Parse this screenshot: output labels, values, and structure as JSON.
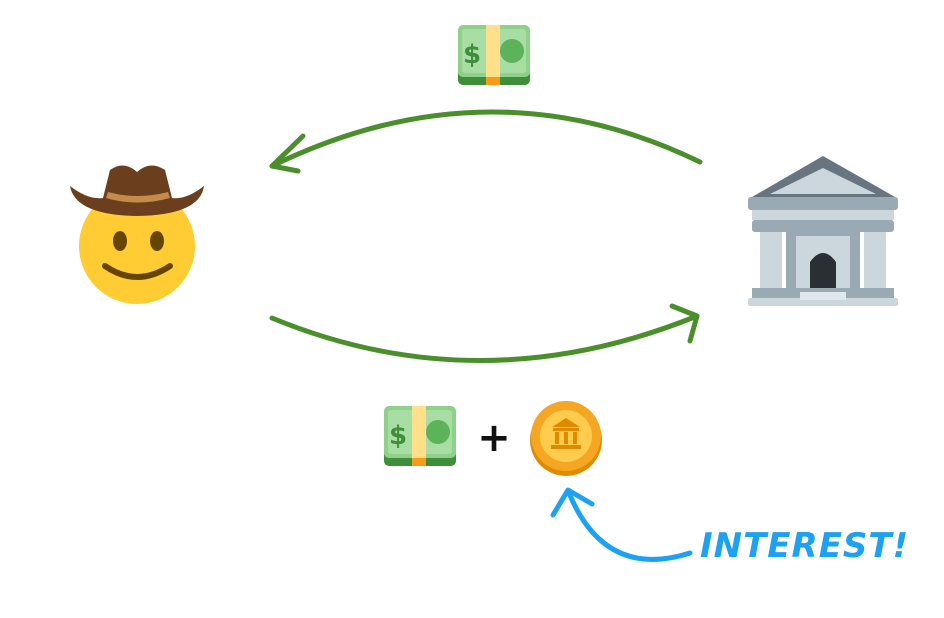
{
  "diagram": {
    "annotation_text": "INTEREST!",
    "operator_symbol": "+",
    "nodes": [
      {
        "id": "person",
        "icon": "cowboy-face-icon"
      },
      {
        "id": "bank",
        "icon": "bank-building-icon"
      }
    ],
    "edges": [
      {
        "from": "bank",
        "to": "person",
        "icon": "dollar-banknote-icon"
      },
      {
        "from": "person",
        "to": "bank",
        "icons": [
          "dollar-banknote-icon",
          "bank-coin-icon"
        ]
      }
    ],
    "colors": {
      "arrow": "#4a8f2c",
      "annotation": "#1da1f2",
      "banknote": "#8fd18a",
      "coin": "#f5a623",
      "bank": "#aab4be",
      "face": "#ffcc33",
      "hat": "#6b3f1d"
    }
  }
}
